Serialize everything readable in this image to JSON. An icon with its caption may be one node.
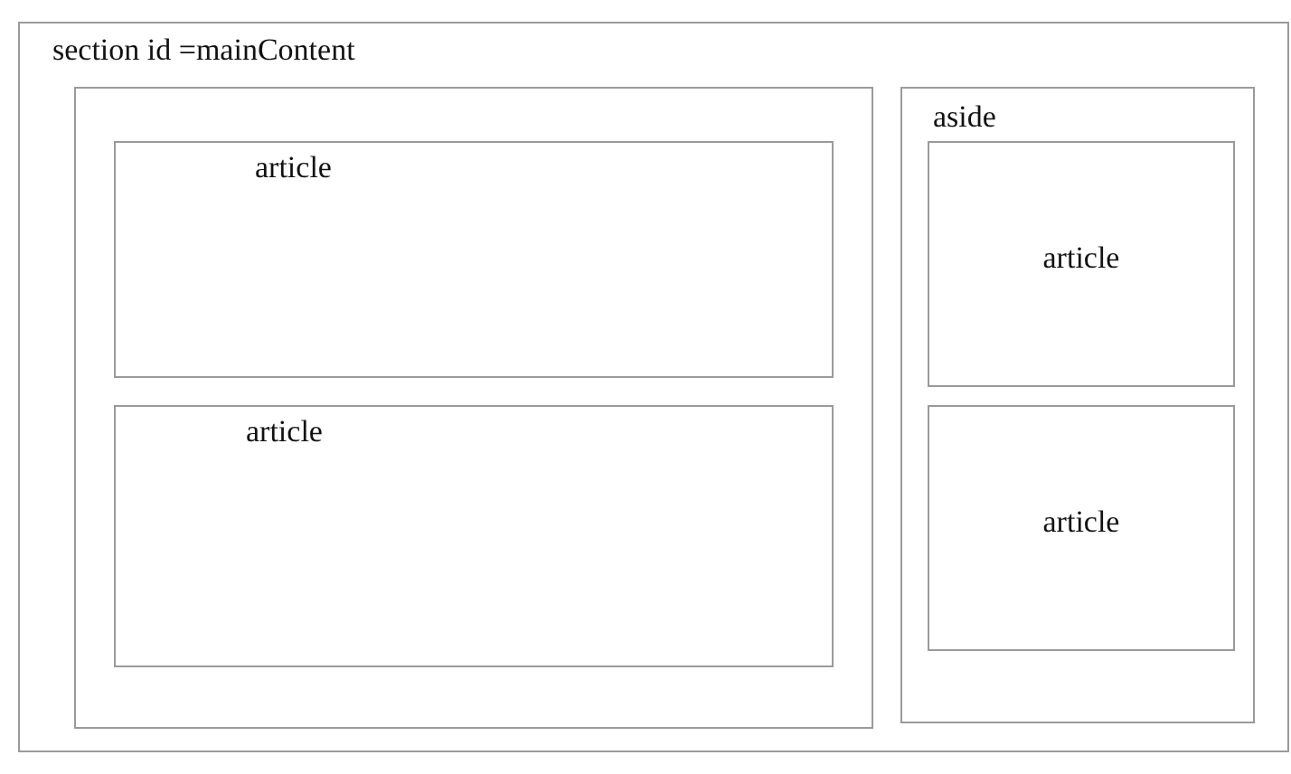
{
  "diagram": {
    "nodes": [
      {
        "text": [
          "section id =mainContent"
        ]
      },
      {
        "text": [],
        "shape": "box",
        "in": 0
      },
      {
        "text": [
          "article"
        ],
        "in": 1
      },
      {
        "text": [
          "article"
        ],
        "in": 1
      },
      {
        "text": [
          "aside"
        ],
        "in": 0
      },
      {
        "text": [
          "article"
        ],
        "in": 4
      },
      {
        "text": [
          "article"
        ],
        "in": 4
      }
    ],
    "edges": []
  }
}
